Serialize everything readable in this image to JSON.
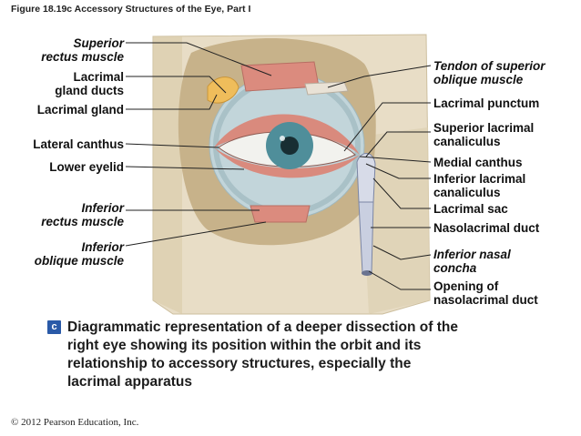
{
  "figure_title": "Figure 18.19c  Accessory Structures of the Eye, Part I",
  "labels_left": {
    "superior_rectus": "Superior\nrectus muscle",
    "lacrimal_ducts": "Lacrimal\ngland ducts",
    "lacrimal_gland": "Lacrimal gland",
    "lateral_canthus": "Lateral canthus",
    "lower_eyelid": "Lower eyelid",
    "inferior_rectus": "Inferior\nrectus muscle",
    "inferior_oblique": "Inferior\noblique muscle"
  },
  "labels_right": {
    "tendon_superior_oblique": "Tendon of superior\noblique muscle",
    "lacrimal_punctum": "Lacrimal punctum",
    "superior_canaliculus": "Superior lacrimal\ncanaliculus",
    "medial_canthus": "Medial canthus",
    "inferior_canaliculus": "Inferior lacrimal\ncanaliculus",
    "lacrimal_sac": "Lacrimal sac",
    "nasolacrimal_duct": "Nasolacrimal duct",
    "inferior_nasal_concha": "Inferior nasal\nconcha",
    "opening_nasolacrimal": "Opening of\nnasolacrimal duct"
  },
  "caption": {
    "badge": "c",
    "text": "Diagrammatic representation of a deeper dissection of the right eye showing its position within the orbit and its relationship to accessory structures, especially the lacrimal apparatus"
  },
  "copyright": "© 2012 Pearson Education, Inc.",
  "colors": {
    "bone": "#e7dcc4",
    "orbit": "#c8b590",
    "eyeball": "#bfd3d8",
    "iris": "#4f8e9a",
    "muscle": "#d98a7d",
    "gland": "#f0c25a",
    "leader": "#222222"
  }
}
